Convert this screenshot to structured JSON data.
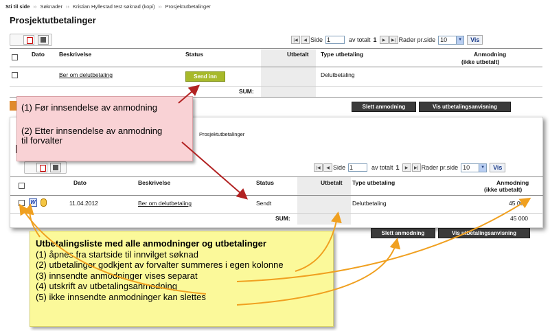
{
  "breadcrumb": {
    "first": "Sti til side",
    "items": [
      "Søknader",
      "Kristian Hyllestad test søknad (kopi)",
      "Prosjektutbetalinger"
    ]
  },
  "page_title": "Prosjektutbetalinger",
  "pager1": {
    "page_label": "Side",
    "page_value": "1",
    "total_label": "av totalt",
    "total_value": "1",
    "rows_label": "Rader pr.side",
    "rows_value": "10",
    "go_label": "Vis"
  },
  "table1": {
    "headers": {
      "dato": "Dato",
      "beskrivelse": "Beskrivelse",
      "status": "Status",
      "utbetalt": "Utbetalt",
      "type": "Type utbetaling",
      "anmodning1": "Anmodning",
      "anmodning2": "(ikke utbetalt)"
    },
    "row": {
      "beskrivelse": "Ber om delutbetaling",
      "status_button": "Send inn",
      "type": "Delutbetaling"
    },
    "sum_label": "SUM:"
  },
  "actions1": {
    "delete": "Slett anmodning",
    "show": "Vis utbetalingsanvisning"
  },
  "window2": {
    "breadcrumb_tail": "Prosjektutbetalinger",
    "pager": {
      "page_label": "Side",
      "page_value": "1",
      "total_label": "av totalt",
      "total_value": "1",
      "rows_label": "Rader pr.side",
      "rows_value": "10",
      "go_label": "Vis"
    },
    "headers": {
      "dato": "Dato",
      "beskrivelse": "Beskrivelse",
      "status": "Status",
      "utbetalt": "Utbetalt",
      "type": "Type utbetaling",
      "anmodning1": "Anmodning",
      "anmodning2": "(ikke utbetalt)"
    },
    "row": {
      "dato": "11.04.2012",
      "beskrivelse": "Ber om delutbetaling",
      "status": "Sendt",
      "type": "Delutbetaling",
      "anmodning": "45 000"
    },
    "sum_label": "SUM:",
    "sum_value": "45 000",
    "actions": {
      "delete": "Slett anmodning",
      "show": "Vis utbetalingsanvisning"
    }
  },
  "callout_pink": {
    "line1": "(1) Før innsendelse av anmodning",
    "line2": "(2) Etter innsendelse av anmodning",
    "line3": "til forvalter"
  },
  "callout_yellow": {
    "title": "Utbetalingsliste med alle anmodninger og utbetalinger",
    "items": [
      "(1) åpnes fra startside til innvilget søknad",
      "(2) utbetalinger godkjent av forvalter summeres i egen kolonne",
      "(3) innsendte anmodninger vises separat",
      "(4) utskrift av utbetalingsanmodning",
      "(5) ikke innsendte anmodninger kan slettes"
    ]
  },
  "colors": {
    "send_button": "#a7b92a",
    "dark_button": "#3b3b3b",
    "pink_callout": "#f9d2d5",
    "yellow_callout": "#fbf99a",
    "arrow": "#b22222",
    "link": "#1a3e93"
  },
  "icons": [
    "pdf-icon",
    "excel-icon",
    "word-icon",
    "attachment-icon",
    "first-page-icon",
    "prev-page-icon",
    "next-page-icon",
    "last-page-icon",
    "dropdown-icon"
  ]
}
